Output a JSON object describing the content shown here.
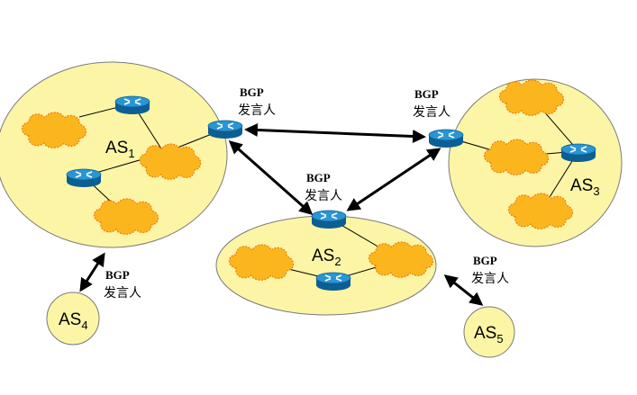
{
  "diagram": {
    "autonomous_systems": [
      {
        "id": "as1",
        "name": "AS",
        "sub": "1"
      },
      {
        "id": "as2",
        "name": "AS",
        "sub": "2"
      },
      {
        "id": "as3",
        "name": "AS",
        "sub": "3"
      },
      {
        "id": "as4",
        "name": "AS",
        "sub": "4"
      },
      {
        "id": "as5",
        "name": "AS",
        "sub": "5"
      }
    ],
    "speaker_labels": [
      {
        "id": "top-left",
        "line1": "BGP",
        "line2": "发言人"
      },
      {
        "id": "top-right",
        "line1": "BGP",
        "line2": "发言人"
      },
      {
        "id": "middle",
        "line1": "BGP",
        "line2": "发言人"
      },
      {
        "id": "bottom-left",
        "line1": "BGP",
        "line2": "发言人"
      },
      {
        "id": "bottom-right",
        "line1": "BGP",
        "line2": "发言人"
      }
    ],
    "links": [
      {
        "from": "as1-speaker",
        "to": "as3-speaker"
      },
      {
        "from": "as1-speaker",
        "to": "as2-speaker"
      },
      {
        "from": "as2-speaker",
        "to": "as3-speaker"
      },
      {
        "from": "as1",
        "to": "as4"
      },
      {
        "from": "as2",
        "to": "as5"
      }
    ],
    "colors": {
      "as_fill": "#fcf5a6",
      "as_stroke": "#7a7a7a",
      "cloud_fill": "#fbb61e",
      "cloud_stroke": "#f07a10",
      "router_fill": "#1f87c4",
      "router_dark": "#0c5f93",
      "arrow": "#000000"
    }
  }
}
